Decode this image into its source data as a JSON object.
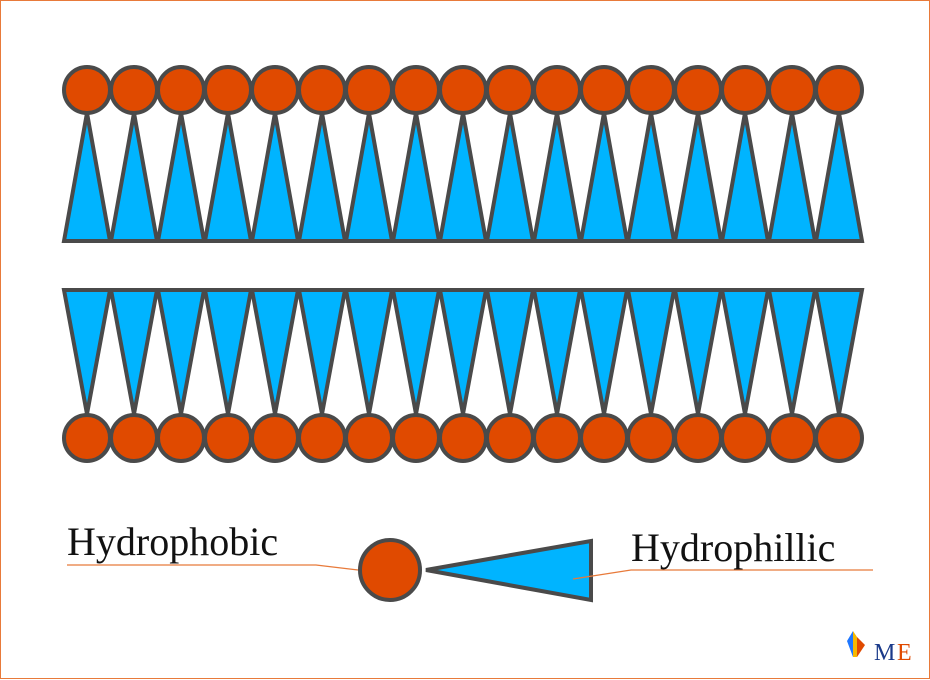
{
  "labels": {
    "head": "Hydrophobic",
    "tail": "Hydrophillic"
  },
  "logo": {
    "letter1": "M",
    "letter2": "E"
  },
  "bilayer": {
    "molecules_per_layer": 17
  },
  "colors": {
    "head_fill": "#e04a00",
    "tail_fill": "#00b4ff",
    "outline": "#4a4a4a",
    "leader_line": "#e87a3a",
    "frame": "#e87a3a",
    "logo_m": "#1a3a8a",
    "logo_e": "#e04a00"
  }
}
